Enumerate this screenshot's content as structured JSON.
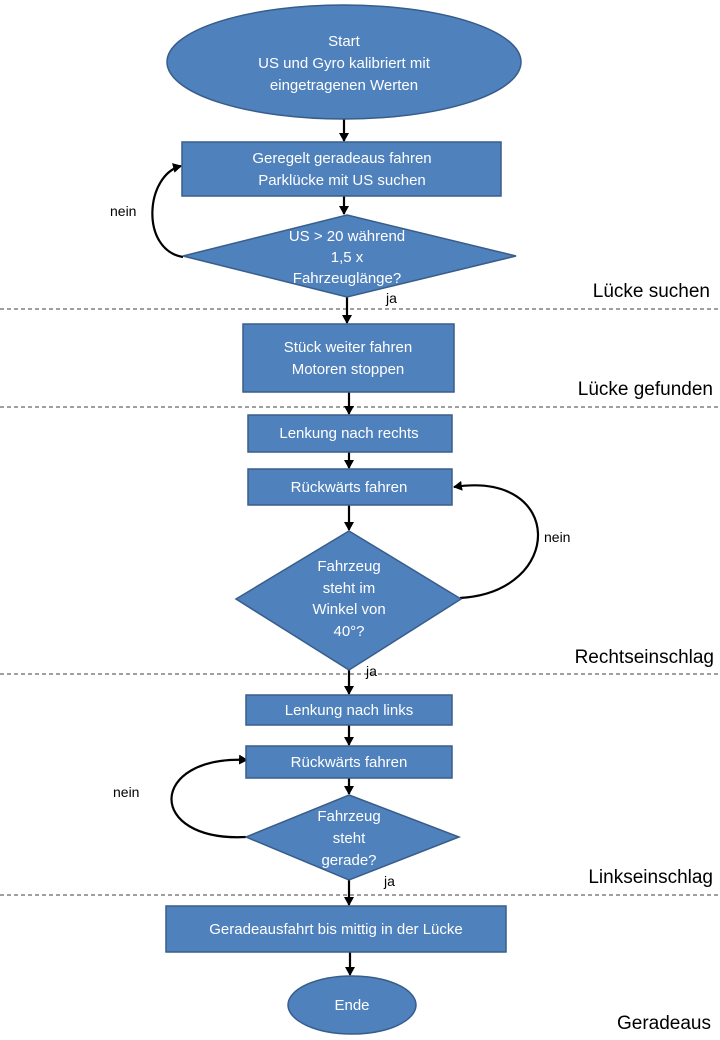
{
  "nodes": {
    "start": [
      "Start",
      "US und Gyro kalibriert mit",
      "eingetragenen Werten"
    ],
    "drive_search": [
      "Geregelt geradeaus fahren",
      "Parklücke mit US suchen"
    ],
    "decision_gap": [
      "US > 20 während",
      "1,5 x",
      "Fahrzeuglänge?"
    ],
    "drive_stop": [
      "Stück weiter fahren",
      "Motoren stoppen"
    ],
    "steer_right": [
      "Lenkung nach rechts"
    ],
    "reverse_1": [
      "Rückwärts fahren"
    ],
    "decision_angle": [
      "Fahrzeug",
      "steht im",
      "Winkel von",
      "40°?"
    ],
    "steer_left": [
      "Lenkung nach links"
    ],
    "reverse_2": [
      "Rückwärts fahren"
    ],
    "decision_straight": [
      "Fahrzeug",
      "steht",
      "gerade?"
    ],
    "drive_center": [
      "Geradeausfahrt bis mittig in der Lücke"
    ],
    "end": [
      "Ende"
    ]
  },
  "edge_labels": {
    "gap_no": "nein",
    "gap_yes": "ja",
    "angle_no": "nein",
    "angle_yes": "ja",
    "straight_no": "nein",
    "straight_yes": "ja"
  },
  "sections": {
    "search": "Lücke suchen",
    "found": "Lücke gefunden",
    "right": "Rechtseinschlag",
    "left": "Linkseinschlag",
    "straight": "Geradeaus"
  },
  "colors": {
    "fill": "#4f81bd",
    "stroke": "#385d8a",
    "text": "#ffffff"
  }
}
